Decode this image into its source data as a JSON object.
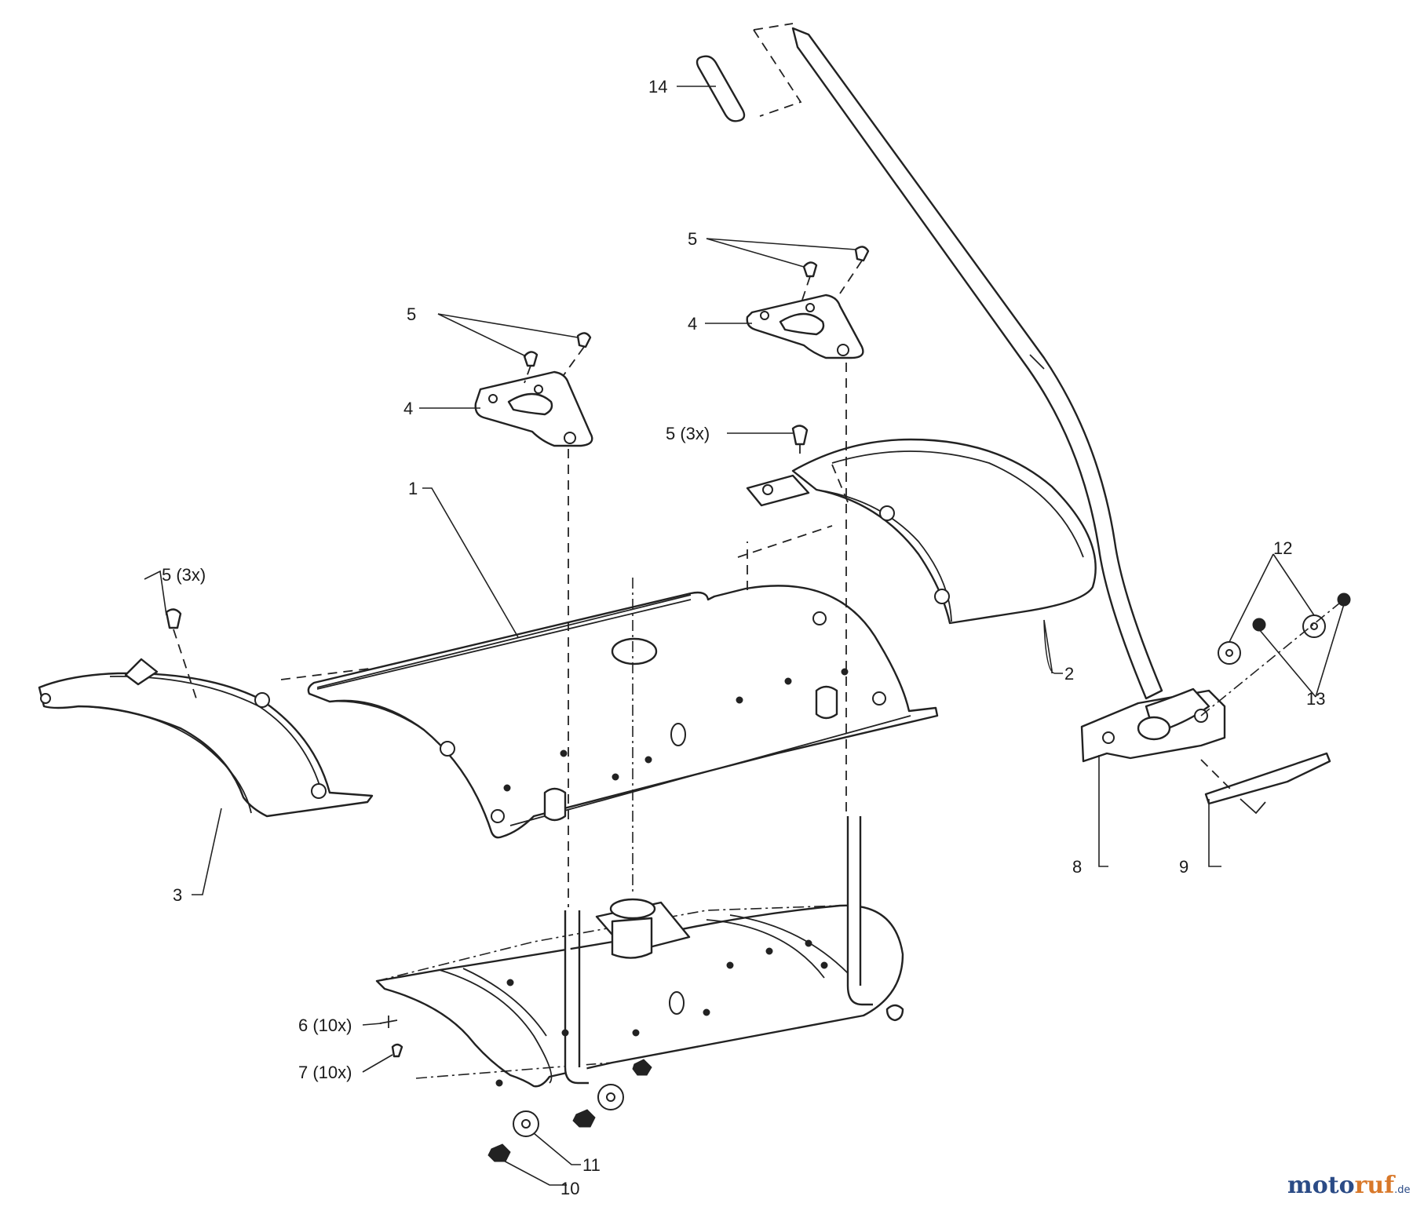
{
  "diagram": {
    "callouts": [
      {
        "id": "c14",
        "text": "14"
      },
      {
        "id": "c5a",
        "text": "5"
      },
      {
        "id": "c4a",
        "text": "4"
      },
      {
        "id": "c5b",
        "text": "5"
      },
      {
        "id": "c4b",
        "text": "4"
      },
      {
        "id": "c5c",
        "text": "5  (3x)"
      },
      {
        "id": "c1",
        "text": "1"
      },
      {
        "id": "c5d",
        "text": "5  (3x)"
      },
      {
        "id": "c2",
        "text": "2"
      },
      {
        "id": "c12",
        "text": "12"
      },
      {
        "id": "c13",
        "text": "13"
      },
      {
        "id": "c3",
        "text": "3"
      },
      {
        "id": "c8",
        "text": "8"
      },
      {
        "id": "c9",
        "text": "9"
      },
      {
        "id": "c6",
        "text": "6  (10x)"
      },
      {
        "id": "c7",
        "text": "7  (10x)"
      },
      {
        "id": "c11",
        "text": "11"
      },
      {
        "id": "c10",
        "text": "10"
      }
    ]
  },
  "watermark": {
    "part1": "moto",
    "part2": "ruf",
    "suffix": ".de"
  }
}
